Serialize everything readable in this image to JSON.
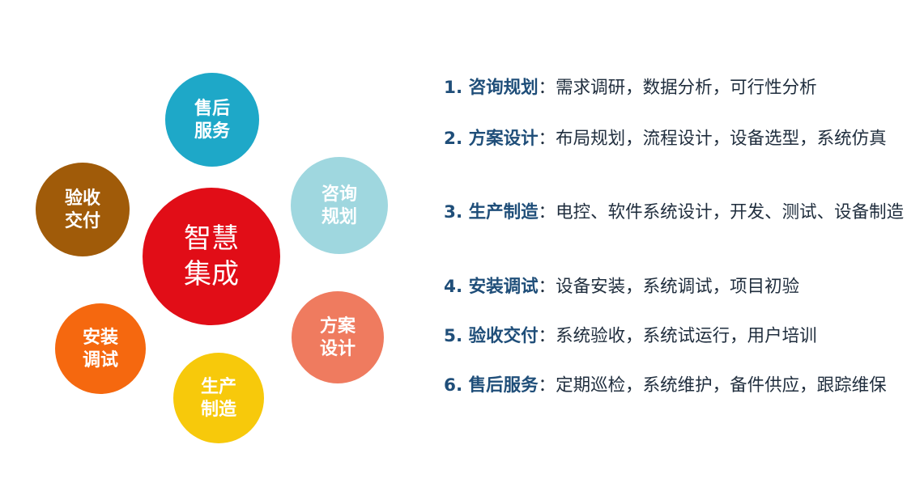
{
  "diagram": {
    "center": {
      "text": "智慧\n集成",
      "color": "#e10d17"
    },
    "nodes": [
      {
        "key": "aftersales",
        "text": "售后\n服务",
        "color": "#1ea8c8"
      },
      {
        "key": "consult",
        "text": "咨询\n规划",
        "color": "#9fd7df"
      },
      {
        "key": "design",
        "text": "方案\n设计",
        "color": "#ef7b5f"
      },
      {
        "key": "manufacture",
        "text": "生产\n制造",
        "color": "#f7c90b"
      },
      {
        "key": "install",
        "text": "安装\n调试",
        "color": "#f5680f"
      },
      {
        "key": "acceptance",
        "text": "验收\n交付",
        "color": "#a05b09"
      }
    ]
  },
  "steps": [
    {
      "head": "1. 咨询规划",
      "sep": "：",
      "desc": "需求调研，数据分析，可行性分析"
    },
    {
      "head": "2. 方案设计",
      "sep": "：",
      "desc": "布局规划，流程设计，设备选型，系统仿真"
    },
    {
      "head": "3. 生产制造",
      "sep": "：",
      "desc": "电控、软件系统设计，开发、测试、设备制造"
    },
    {
      "head": "4. 安装调试",
      "sep": "：",
      "desc": "设备安装，系统调试，项目初验"
    },
    {
      "head": "5. 验收交付",
      "sep": "：",
      "desc": "系统验收，系统试运行，用户培训"
    },
    {
      "head": "6. 售后服务",
      "sep": "：",
      "desc": "定期巡检，系统维护，备件供应，跟踪维保"
    }
  ]
}
